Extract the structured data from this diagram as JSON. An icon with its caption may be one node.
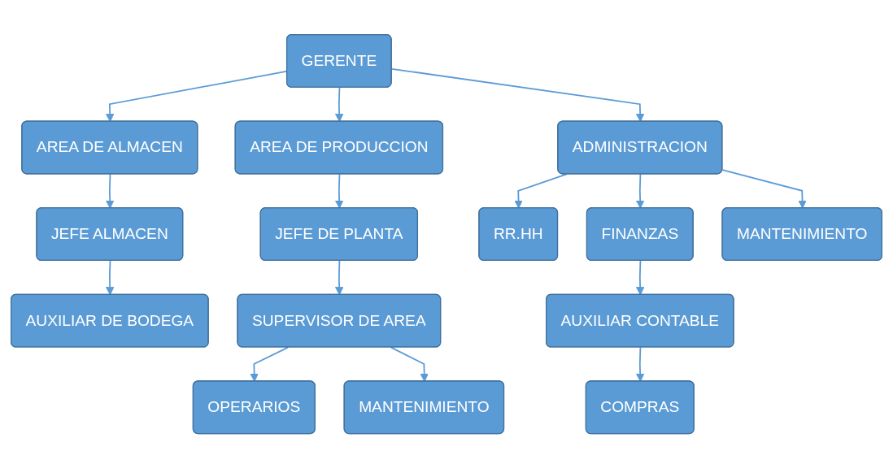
{
  "diagram": {
    "nodes": [
      {
        "text": [
          "GERENTE"
        ]
      },
      {
        "text": [
          "AREA DE ALMACEN"
        ]
      },
      {
        "text": [
          "AREA DE PRODUCCION"
        ]
      },
      {
        "text": [
          "ADMINISTRACION"
        ]
      },
      {
        "text": [
          "JEFE ALMACEN"
        ]
      },
      {
        "text": [
          "AUXILIAR DE BODEGA"
        ]
      },
      {
        "text": [
          "JEFE DE PLANTA"
        ]
      },
      {
        "text": [
          "SUPERVISOR DE AREA"
        ]
      },
      {
        "text": [
          "OPERARIOS"
        ]
      },
      {
        "text": [
          "MANTENIMIENTO"
        ]
      },
      {
        "text": [
          "RR.HH"
        ]
      },
      {
        "text": [
          "FINANZAS"
        ]
      },
      {
        "text": [
          "MANTENIMIENTO"
        ]
      },
      {
        "text": [
          "AUXILIAR CONTABLE"
        ]
      },
      {
        "text": [
          "COMPRAS"
        ]
      }
    ],
    "edges": [
      {
        "from": 0,
        "to": 1,
        "arrow": "to"
      },
      {
        "from": 0,
        "to": 2,
        "arrow": "to"
      },
      {
        "from": 0,
        "to": 3,
        "arrow": "to"
      },
      {
        "from": 1,
        "to": 4,
        "arrow": "to"
      },
      {
        "from": 4,
        "to": 5,
        "arrow": "to"
      },
      {
        "from": 2,
        "to": 6,
        "arrow": "to"
      },
      {
        "from": 6,
        "to": 7,
        "arrow": "to"
      },
      {
        "from": 7,
        "to": 8,
        "arrow": "to"
      },
      {
        "from": 7,
        "to": 9,
        "arrow": "to"
      },
      {
        "from": 3,
        "to": 10,
        "arrow": "to"
      },
      {
        "from": 3,
        "to": 11,
        "arrow": "to"
      },
      {
        "from": 3,
        "to": 12,
        "arrow": "to"
      },
      {
        "from": 11,
        "to": 13,
        "arrow": "to"
      },
      {
        "from": 13,
        "to": 14,
        "arrow": "to"
      }
    ]
  }
}
